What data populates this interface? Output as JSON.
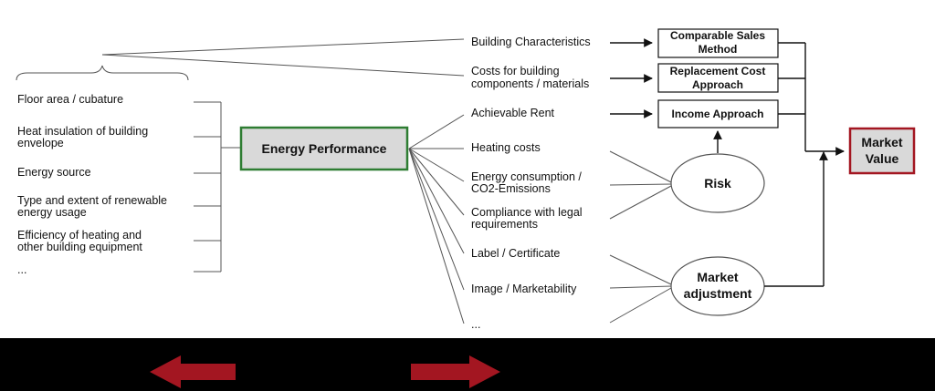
{
  "factors": [
    "Floor area / cubature",
    [
      "Heat insulation of building",
      "envelope"
    ],
    "Energy source",
    [
      "Type and extent of renewable",
      "energy usage"
    ],
    [
      "Efficiency of heating and",
      "other building equipment"
    ],
    "..."
  ],
  "energy_performance": "Energy Performance",
  "outcomes": {
    "building_characteristics": "Building Characteristics",
    "costs": [
      "Costs for building",
      "components / materials"
    ],
    "achievable_rent": "Achievable Rent",
    "heating_costs": "Heating costs",
    "energy_consumption": [
      "Energy consumption /",
      "CO2-Emissions"
    ],
    "compliance": [
      "Compliance with legal",
      "requirements"
    ],
    "label": "Label / Certificate",
    "image": "Image / Marketability",
    "more": "..."
  },
  "methods": {
    "comparable_sales": [
      "Comparable Sales",
      "Method"
    ],
    "replacement_cost": [
      "Replacement Cost",
      "Approach"
    ],
    "income": "Income Approach"
  },
  "risk": "Risk",
  "market_adjustment": [
    "Market",
    "adjustment"
  ],
  "market_value": [
    "Market",
    "Value"
  ],
  "colors": {
    "energy_box_border": "#2e7d32",
    "market_value_border": "#a31621",
    "arrow_fill": "#a31621",
    "panel_bg": "#ffffff",
    "box_grey": "#d9d9d9"
  }
}
